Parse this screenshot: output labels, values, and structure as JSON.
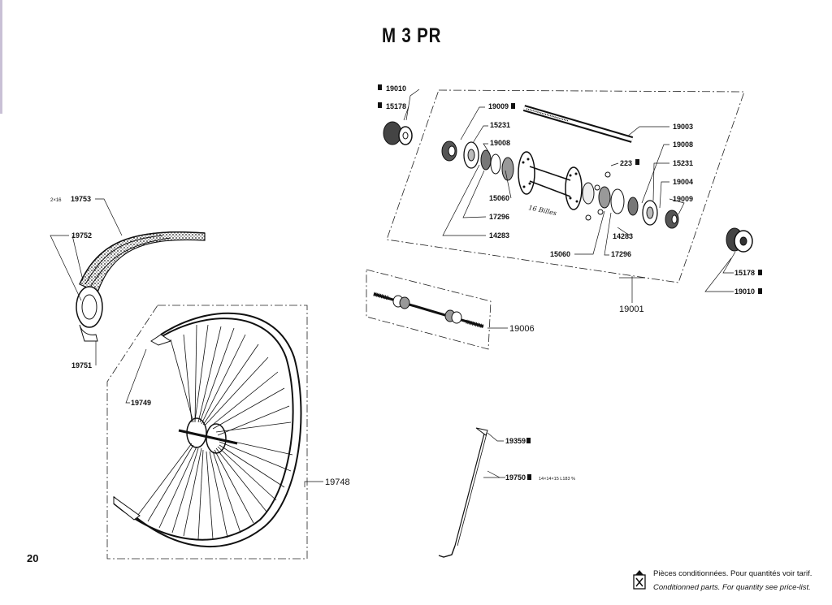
{
  "title": "M 3 PR",
  "page_number": "20",
  "legend": {
    "fr": "Pièces conditionnées. Pour quantités voir tarif.",
    "en": "Conditionned parts. For quantity see price-list.",
    "icon": "packaged-part-icon"
  },
  "parts": {
    "p19010a": "19010",
    "p15178a": "15178",
    "p19009a": "19009",
    "p15231a": "15231",
    "p19008a": "19008",
    "p19003": "19003",
    "p19008b": "19008",
    "p223": "223",
    "p15231b": "15231",
    "p19004": "19004",
    "p19009b": "19009",
    "p15060a": "15060",
    "p17296a": "17296",
    "p14283a": "14283",
    "p14283b": "14283",
    "p15060b": "15060",
    "p17296b": "17296",
    "p19001": "19001",
    "p15178b": "15178",
    "p19010b": "19010",
    "p19006": "19006",
    "p19753": "19753",
    "p19753_note": "2×16",
    "p19752": "19752",
    "p19751": "19751",
    "p19749": "19749",
    "p19748": "19748",
    "p19359": "19359",
    "p19750": "19750",
    "p19750_note": "14×14×15 L183 %",
    "hand_note": "16 Billes"
  }
}
